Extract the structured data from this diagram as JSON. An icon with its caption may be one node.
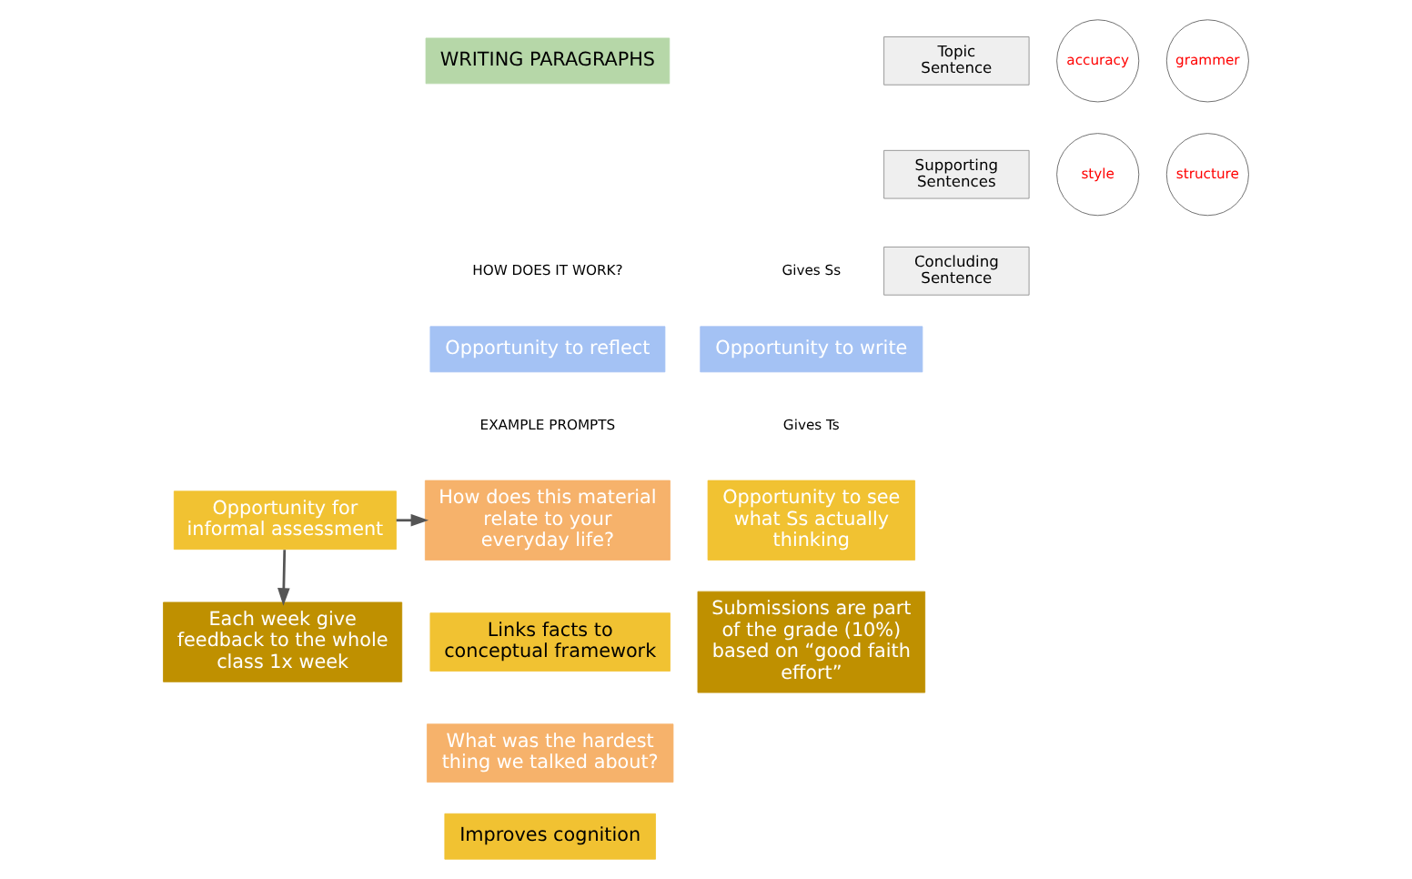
{
  "diagram": {
    "nodes": [
      {
        "text": [
          "WRITING PARAGRAPHS"
        ]
      },
      {
        "text": [
          "Opportunity to write"
        ]
      },
      {
        "text": [
          "Opportunity to reflect"
        ]
      },
      {
        "text": [
          "Opportunity to see what Ss actually thinking"
        ]
      },
      {
        "text": [
          "Opportunity for informal assessment"
        ]
      },
      {
        "text": [
          "Submissions are part of the grade (10%) based on “good faith effort”"
        ]
      },
      {
        "text": [
          "Each week give feedback to the whole class 1x week"
        ]
      },
      {
        "text": [
          "How does this material relate to your everyday life?"
        ]
      },
      {
        "text": [
          "Links facts to conceptual framework"
        ]
      },
      {
        "text": [
          "What was the hardest thing we talked about?"
        ]
      },
      {
        "text": [
          "Improves cognition"
        ]
      },
      {
        "text": [
          "Topic",
          "Sentence"
        ]
      },
      {
        "text": [
          "Supporting",
          "Sentences"
        ]
      },
      {
        "text": [
          "Concluding",
          "Sentence"
        ]
      },
      {
        "text": [
          "accuracy"
        ]
      },
      {
        "text": [
          "grammer"
        ]
      },
      {
        "text": [
          "style"
        ]
      },
      {
        "text": [
          "structure"
        ]
      }
    ],
    "edges": [
      {
        "from": 4,
        "to": 7,
        "arrow": "to"
      },
      {
        "from": 4,
        "to": 6,
        "arrow": "to"
      }
    ],
    "labels": [
      "Gives Ss",
      "HOW DOES IT WORK?",
      "Gives Ts",
      "EXAMPLE PROMPTS"
    ]
  }
}
